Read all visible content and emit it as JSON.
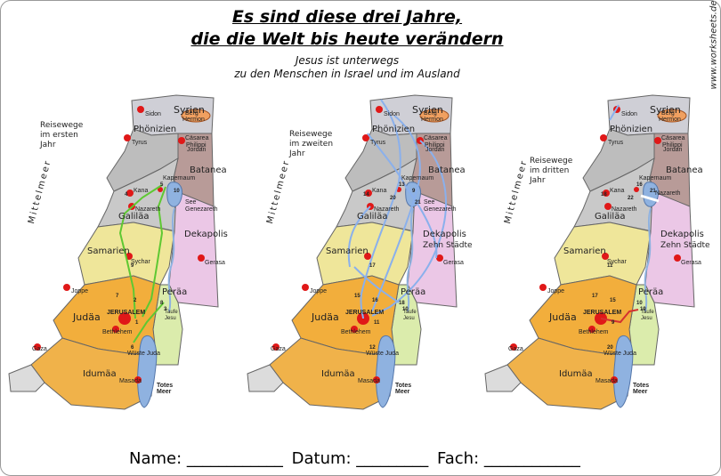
{
  "title": {
    "line1": "Es sind diese drei Jahre,",
    "line2": "die die Welt bis heute verändern"
  },
  "subtitle": {
    "line1": "Jesus ist unterwegs",
    "line2": "zu den Menschen in Israel und im Ausland"
  },
  "watermark": "www.worksheets.de",
  "footer": {
    "name": "Name: ____________",
    "datum": "Datum: _________",
    "fach": "Fach: ____________"
  },
  "maps": [
    {
      "caption": [
        "Reisewege",
        "im ersten",
        "Jahr"
      ],
      "sea": "Mittelmeer",
      "regions": {
        "syrien": "Syrien",
        "phoenizien": "Phönizien",
        "batanea": "Batanea",
        "galilaea": "Galiläa",
        "samarien": "Samarien",
        "dekapolis": "Dekapolis",
        "juedaa": "Judäa",
        "peraea": "Peräa",
        "idumaea": "Idumäa"
      },
      "places": {
        "sidon": "Sidon",
        "tyrus": "Tyrus",
        "caesarea": "Cäsarea",
        "philippi": "Philippi",
        "kapernaum": "Kapernaum",
        "kana": "Kana",
        "nazareth": "Nazareth",
        "see": "See",
        "genezareth": "Genezareth",
        "jordan": "Jordan",
        "sychar": "Sychar",
        "gerasa": "Gerasa",
        "joppe": "Joppe",
        "jerusalem": "JERUSALEM",
        "bethlehem": "Bethlehem",
        "wueste": "Wüste Juda",
        "taufe": "Taufe",
        "jesu": "Jesu",
        "gaza": "Gaza",
        "masada": "Masada",
        "totes": "Totes",
        "meer": "Meer",
        "berg": "Berg",
        "hermon": "Hermon"
      },
      "numbers": [
        "4",
        "5",
        "8",
        "2",
        "3",
        "1",
        "7",
        "6",
        "9",
        "10"
      ]
    },
    {
      "caption": [
        "Reisewege",
        "im zweiten",
        "Jahr"
      ],
      "sea": "Mittelmeer",
      "regions": {
        "syrien": "Syrien",
        "phoenizien": "Phönizien",
        "batanea": "Batanea",
        "galilaea": "Galiläa",
        "samarien": "Samarien",
        "dekapolis": "Dekapolis",
        "zehn": "Zehn Städte",
        "juedaa": "Judäa",
        "peraea": "Peräa",
        "idumaea": "Idumäa"
      },
      "places": {
        "sidon": "Sidon",
        "tyrus": "Tyrus",
        "caesarea": "Cäsarea",
        "philippi": "Philippi",
        "kapernaum": "Kapernaum",
        "kana": "Kana",
        "nazareth": "Nazareth",
        "see": "See",
        "genezareth": "Genezareth",
        "jordan": "Jordan",
        "gerasa": "Gerasa",
        "joppe": "Joppe",
        "jerusalem": "JERUSALEM",
        "bethlehem": "Bethlehem",
        "wueste": "Wüste Juda",
        "taufe": "Taufe",
        "jesu": "Jesu",
        "gaza": "Gaza",
        "masada": "Masada",
        "totes": "Totes",
        "meer": "Meer",
        "berg": "Berg",
        "hermon": "Hermon"
      },
      "numbers": [
        "14",
        "13",
        "18",
        "16",
        "10",
        "11",
        "15",
        "12",
        "17",
        "9",
        "20",
        "21"
      ]
    },
    {
      "caption": [
        "Reisewege",
        "im dritten",
        "Jahr"
      ],
      "sea": "Mittelmeer",
      "regions": {
        "syrien": "Syrien",
        "phoenizien": "Phönizien",
        "batanea": "Batanea",
        "galilaea": "Galiläa",
        "samarien": "Samarien",
        "dekapolis": "Dekapolis",
        "zehn": "Zehn Städte",
        "juedaa": "Judäa",
        "peraea": "Peräa",
        "idumaea": "Idumäa"
      },
      "places": {
        "sidon": "Sidon",
        "tyrus": "Tyrus",
        "caesarea": "Cäsarea",
        "philippi": "Philippi",
        "kapernaum": "Kapernaum",
        "kana": "Kana",
        "nazareth": "Nazareth",
        "nazareth2": "Nazareth",
        "jordan": "Jordan",
        "sychar": "Sychar",
        "gerasa": "Gerasa",
        "joppe": "Joppe",
        "jerusalem": "JERUSALEM",
        "bethlehem": "Bethlehem",
        "wueste": "Wüste Juda",
        "taufe": "Taufe",
        "jesu": "Jesu",
        "gaza": "Gaza",
        "masada": "Masada",
        "totes": "Totes",
        "meer": "Meer",
        "berg": "Berg",
        "hermon": "Hermon"
      },
      "numbers": [
        "18",
        "16",
        "10",
        "15",
        "19",
        "9",
        "17",
        "20",
        "11",
        "21",
        "22"
      ]
    }
  ],
  "colors": {
    "syrien": "#cfcfd6",
    "phoenizien": "#bdbdbd",
    "batanea": "#b89b98",
    "galilaea": "#c9c9c9",
    "samarien": "#efe69a",
    "dekapolis": "#ebc7e6",
    "juedaa": "#f2ae3c",
    "peraea": "#dbecac",
    "idumaea": "#f0b24a",
    "water": "#8fb2e0",
    "city": "#e01818",
    "route1": "#5ec832",
    "route2": "#8ab0ec",
    "route3": "#d43030"
  }
}
